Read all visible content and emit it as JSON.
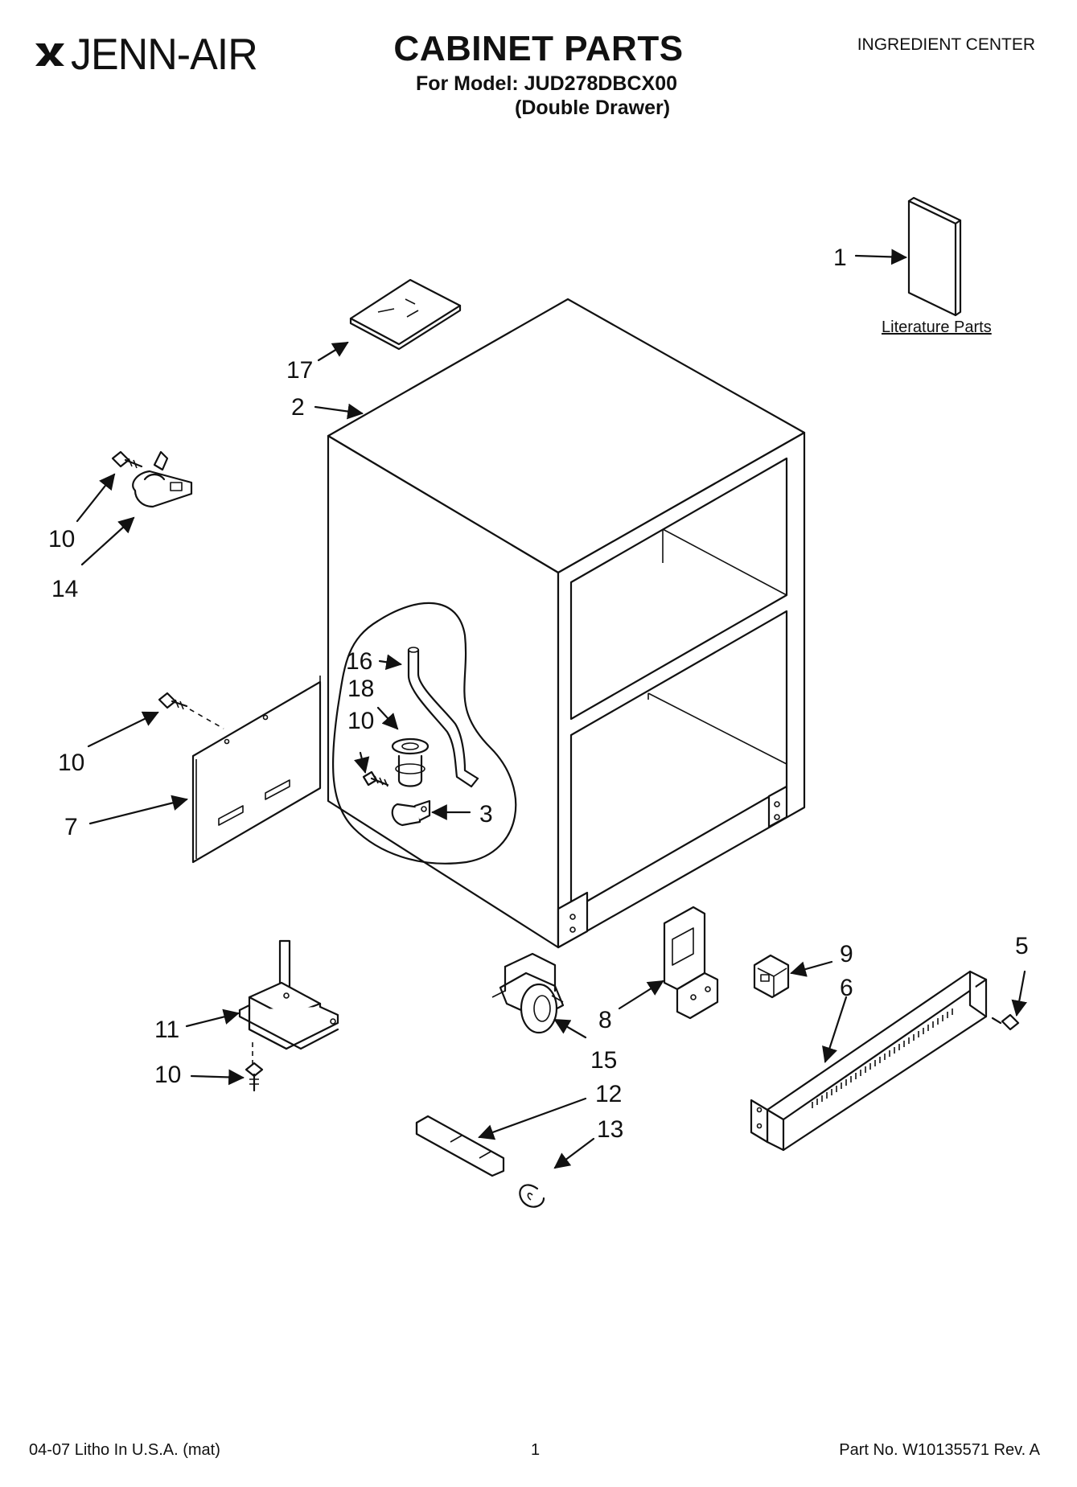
{
  "header": {
    "brand": "JENN-AIR",
    "title": "CABINET PARTS",
    "model_line": "For Model: JUD278DBCX00",
    "variant_line": "(Double Drawer)",
    "section": "INGREDIENT CENTER"
  },
  "literature_label": "Literature Parts",
  "callouts": {
    "c1": "1",
    "c2": "2",
    "c3": "3",
    "c5": "5",
    "c6": "6",
    "c7": "7",
    "c8": "8",
    "c9": "9",
    "c10a": "10",
    "c10b": "10",
    "c10c": "10",
    "c10d": "10",
    "c11": "11",
    "c12": "12",
    "c13": "13",
    "c14": "14",
    "c15": "15",
    "c16": "16",
    "c17": "17",
    "c18": "18"
  },
  "footer": {
    "left": "04-07 Litho In U.S.A. (mat)",
    "page": "1",
    "part_no": "Part No. W10135571 Rev. A"
  }
}
